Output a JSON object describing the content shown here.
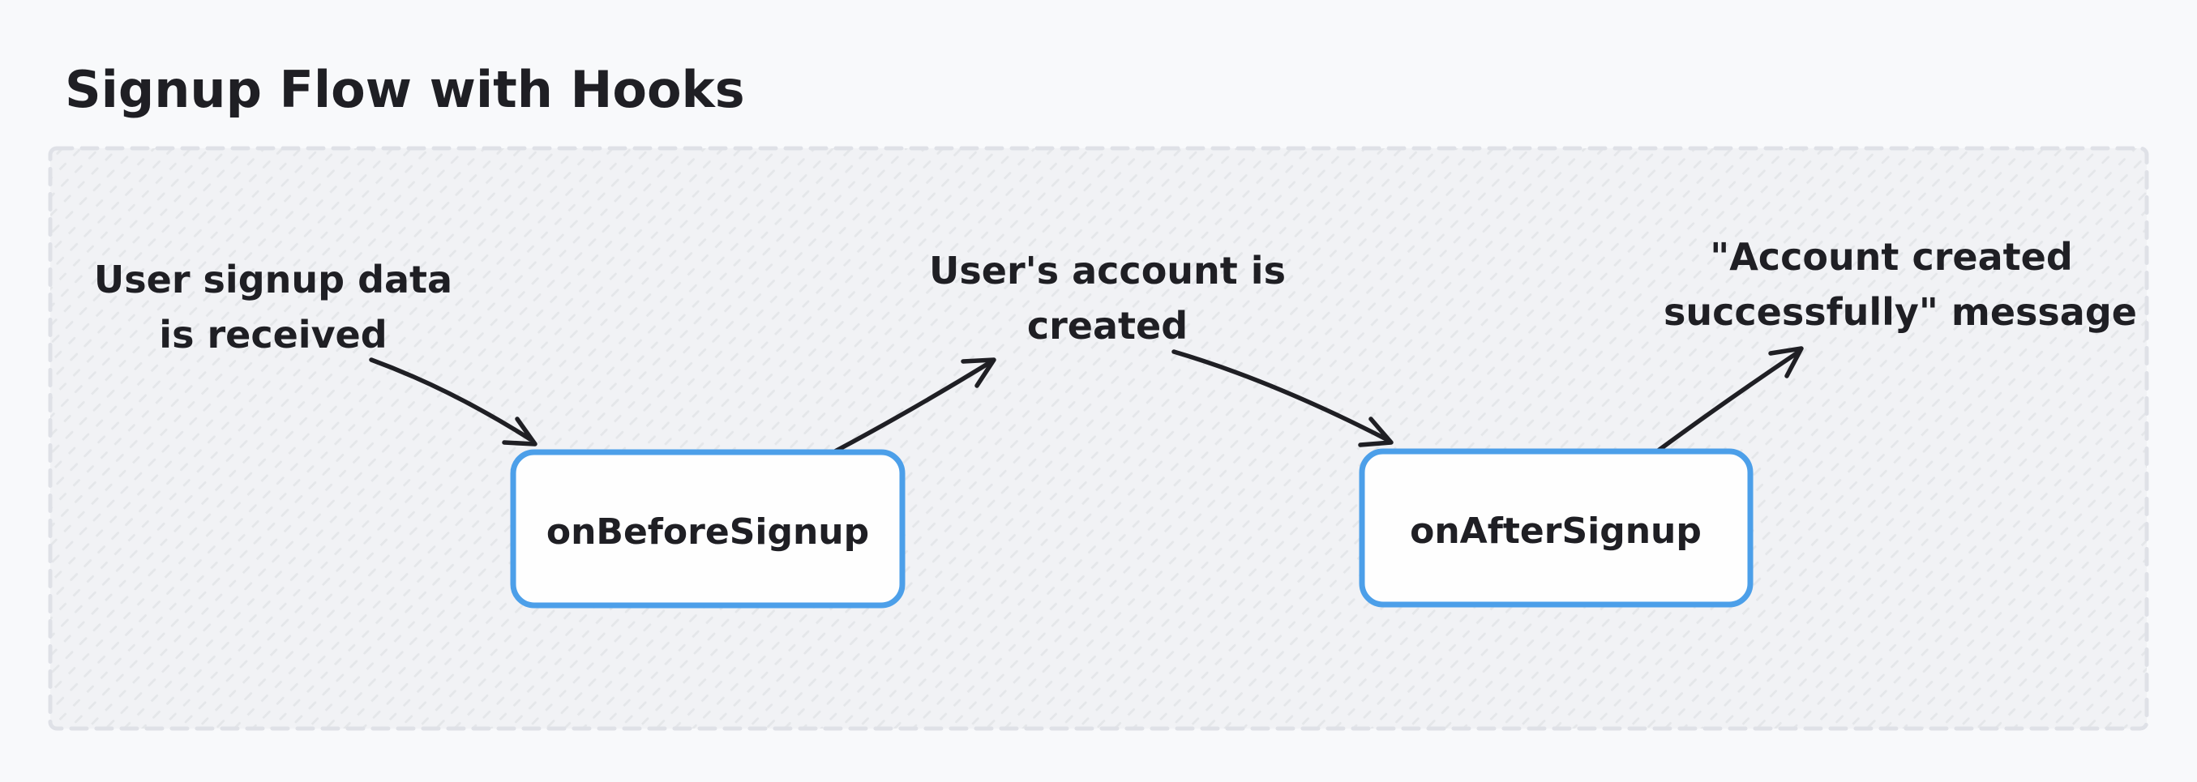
{
  "title": "Signup Flow with Hooks",
  "colors": {
    "page_background": "#f8f9fb",
    "frame_fill": "#f1f2f5",
    "frame_hatch": "#e4e6e9",
    "frame_dashed_border": "#dfe1e7",
    "node_border_blue": "#4c9fe9",
    "node_fill": "#fefefe",
    "ink": "#1f1f24"
  },
  "nodes": [
    {
      "id": "onBeforeSignup",
      "label": "onBeforeSignup"
    },
    {
      "id": "onAfterSignup",
      "label": "onAfterSignup"
    }
  ],
  "annotations": [
    {
      "id": "signup-data-received",
      "lines": [
        "User signup data",
        "is received"
      ]
    },
    {
      "id": "account-created",
      "lines": [
        "User's account is",
        "created"
      ]
    },
    {
      "id": "success-message",
      "lines": [
        "\"Account created",
        "successfully\" message"
      ]
    }
  ],
  "arrows": [
    {
      "id": "arrow-1",
      "from": "signup-data-received",
      "to": "onBeforeSignup"
    },
    {
      "id": "arrow-2",
      "from": "onBeforeSignup",
      "to": "account-created"
    },
    {
      "id": "arrow-3",
      "from": "account-created",
      "to": "onAfterSignup"
    },
    {
      "id": "arrow-4",
      "from": "onAfterSignup",
      "to": "success-message"
    }
  ]
}
